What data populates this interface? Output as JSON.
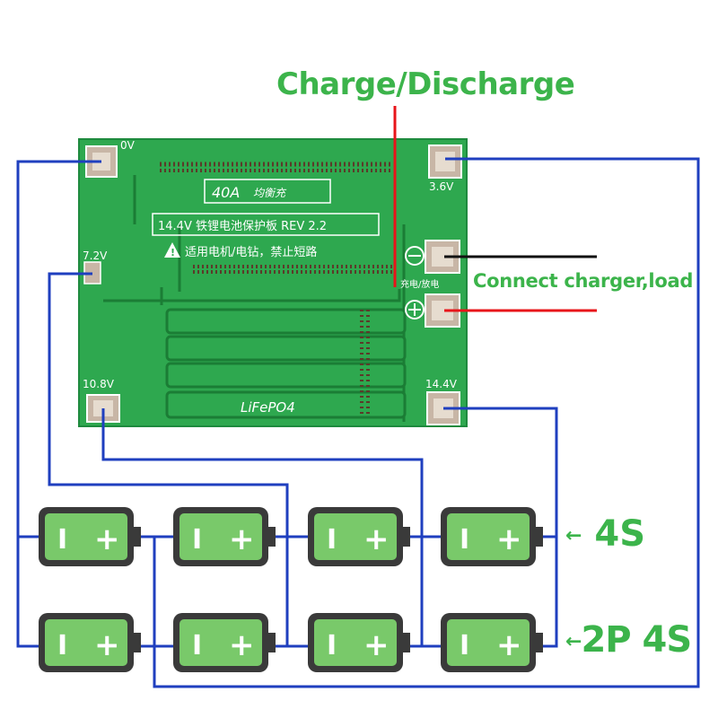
{
  "title": "Charge/Discharge",
  "connect_label": "Connect charger,load",
  "config_4s": "4S",
  "config_2p4s": "2P 4S",
  "arrow": "←",
  "board": {
    "rating": "40A",
    "balance": "均衡充",
    "model": "14.4V 铁锂电池保护板 REV 2.2",
    "warning": "适用电机/电钻，禁止短路",
    "chemistry": "LiFePO4",
    "charge_discharge_cn": "充电/放电",
    "minus_symbol": "⊖",
    "plus_symbol": "⊕",
    "warning_symbol": "⚠"
  },
  "pads": {
    "v0": "0V",
    "v36": "3.6V",
    "v72": "7.2V",
    "v108": "10.8V",
    "v144": "14.4V"
  },
  "battery": {
    "neg": "I",
    "pos": "+"
  },
  "colors": {
    "pcb": "#2ea84f",
    "wire": "#1f3fbf",
    "title_green": "#3cb44b",
    "battery_fill": "#79c96a",
    "red": "#e8141a",
    "black": "#111111"
  }
}
